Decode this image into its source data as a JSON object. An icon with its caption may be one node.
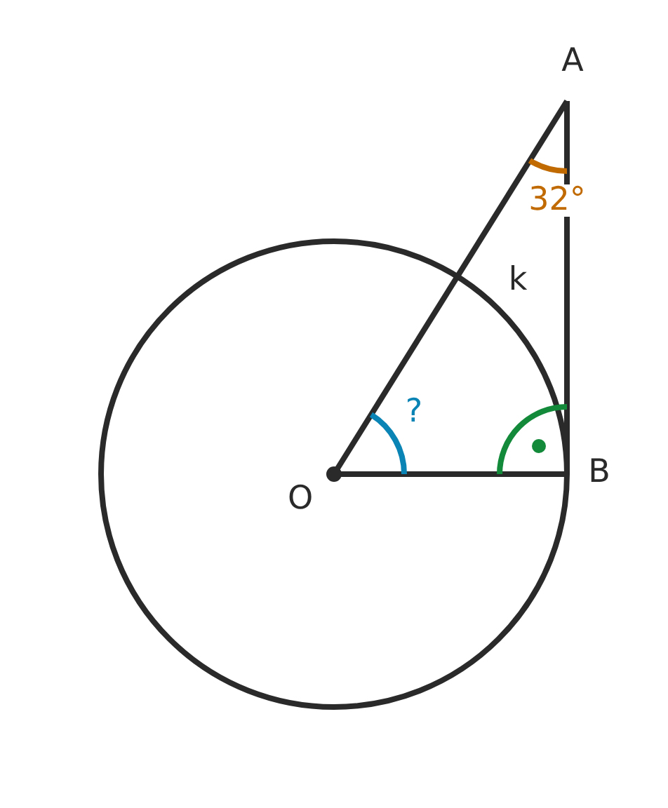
{
  "diagram": {
    "labels": [
      "A",
      "32°",
      "k",
      "?",
      "O",
      "B"
    ]
  }
}
